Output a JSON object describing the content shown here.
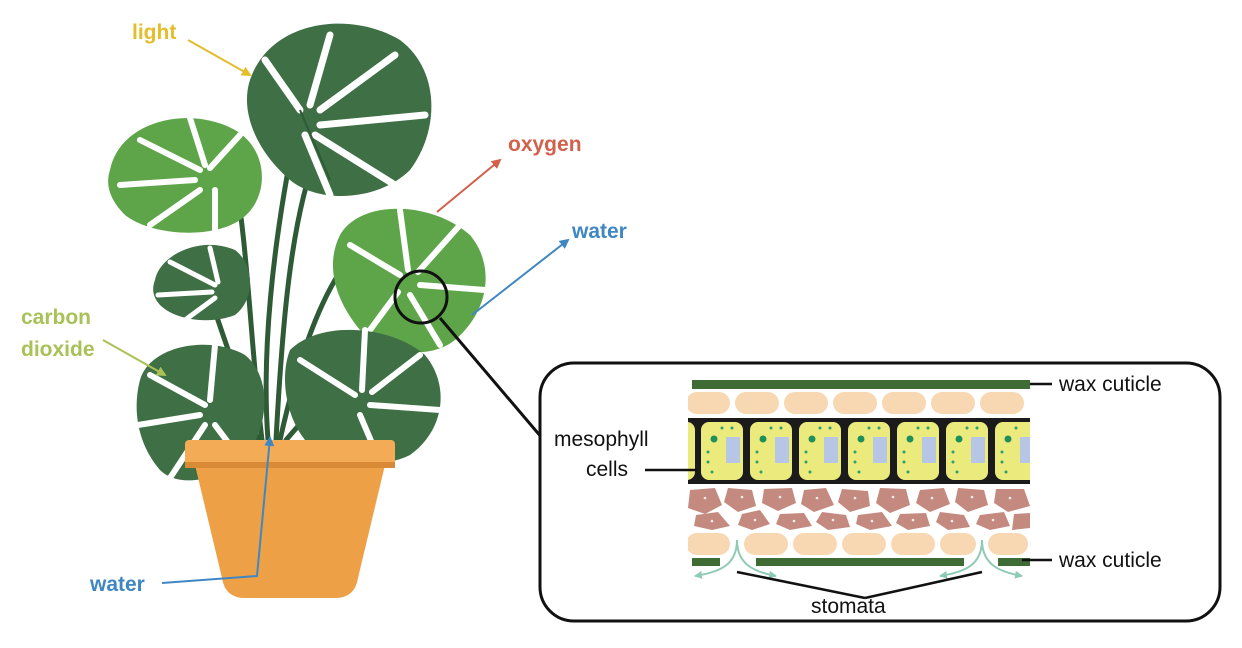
{
  "labels": {
    "light": "light",
    "oxygen": "oxygen",
    "water_top": "water",
    "carbon_dioxide_line1": "carbon",
    "carbon_dioxide_line2": "dioxide",
    "water_bottom": "water",
    "mesophyll_line1": "mesophyll",
    "mesophyll_line2": "cells",
    "wax_cuticle_top": "wax cuticle",
    "wax_cuticle_bottom": "wax cuticle",
    "stomata": "stomata"
  },
  "colors": {
    "light": "#e3bd2b",
    "oxygen": "#d2604a",
    "water": "#3f87c2",
    "carbon_dioxide": "#a9c257",
    "pot": "#eea047",
    "pot_rim": "#f3ab55",
    "leaf_dark": "#3e6f45",
    "leaf_mid": "#4a8a4b",
    "leaf_light": "#5ea549",
    "cuticle": "#3f6b35",
    "epidermis": "#f7d8b2",
    "palisade": "#ebeb7d",
    "spongy": "#c48a80",
    "stoma_arrow": "#8fcab4"
  },
  "icons": [
    "monstera-plant",
    "flower-pot",
    "magnifier-circle",
    "leaf-cross-section"
  ]
}
